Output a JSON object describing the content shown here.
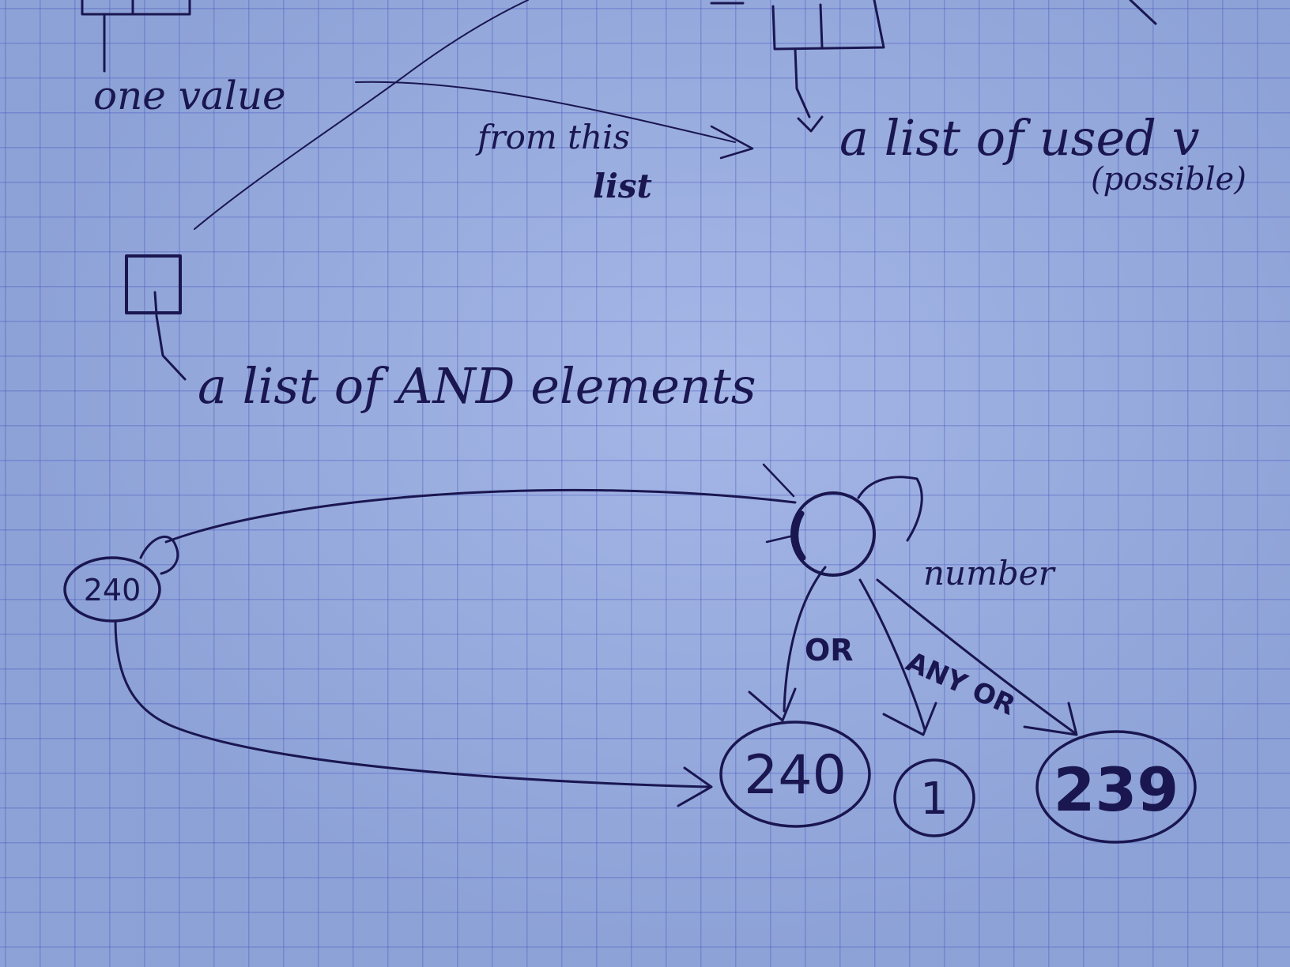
{
  "labels": {
    "one_value": "one value",
    "from_this_list": "from this",
    "list_word": "list",
    "list_of_used": "a list of used v",
    "possible": "(possible)",
    "list_of_and": "a list of AND elements",
    "number": "number",
    "or_label": "OR",
    "any_or_label": "ANY OR"
  },
  "nodes": {
    "left_node": "240",
    "child_1": "240",
    "child_2": "1",
    "child_3": "239"
  },
  "colors": {
    "paper": "#92a7da",
    "grid": "#4655be",
    "ink": "#1a1650"
  }
}
